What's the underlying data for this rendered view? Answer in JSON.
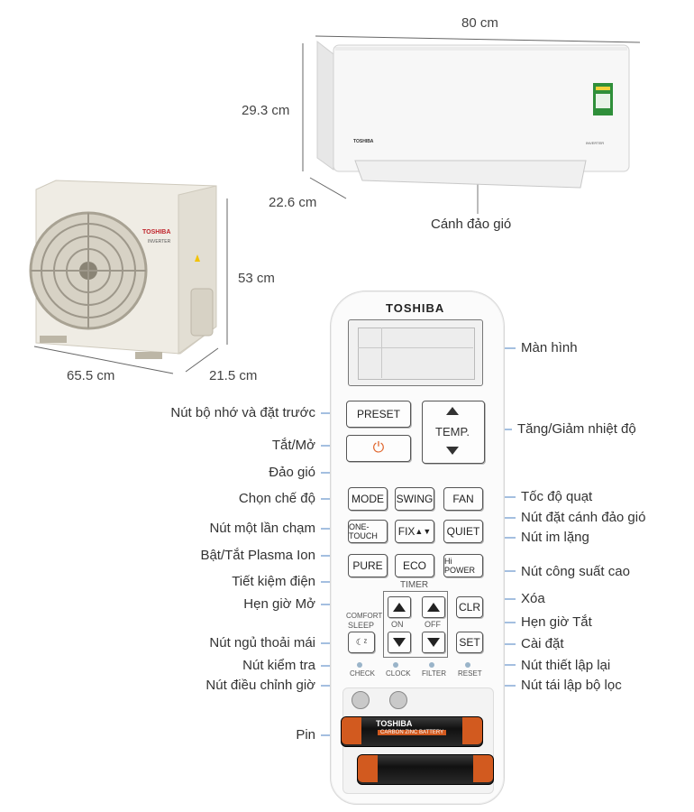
{
  "dimensions": {
    "indoor_width": "80 cm",
    "indoor_height": "29.3 cm",
    "indoor_depth": "22.6 cm",
    "outdoor_height": "53 cm",
    "outdoor_width": "65.5 cm",
    "outdoor_depth": "21.5 cm"
  },
  "indoor_unit": {
    "brand": "TOSHIBA",
    "badge": "INVERTER",
    "louver_label": "Cánh đảo gió"
  },
  "outdoor_unit": {
    "brand": "TOSHIBA",
    "badge": "INVERTER"
  },
  "remote": {
    "brand": "TOSHIBA",
    "buttons": {
      "preset": "PRESET",
      "temp": "TEMP.",
      "mode": "MODE",
      "swing": "SWING",
      "fan": "FAN",
      "one_touch": "ONE-TOUCH",
      "fix": "FIX",
      "quiet": "QUIET",
      "pure": "PURE",
      "eco": "ECO",
      "hi_power": "Hi POWER",
      "timer": "TIMER",
      "comfort": "COMFORT",
      "sleep": "SLEEP",
      "on": "ON",
      "off": "OFF",
      "clr": "CLR",
      "set": "SET",
      "check": "CHECK",
      "clock": "CLOCK",
      "filter": "FILTER",
      "reset": "RESET"
    },
    "battery_label": "CARBON ZINC BATTERY",
    "battery_brand": "TOSHIBA"
  },
  "callouts_left": {
    "preset": "Nút bộ nhớ và đặt trước",
    "power": "Tắt/Mở",
    "swing": "Đảo gió",
    "mode": "Chọn chế độ",
    "one_touch": "Nút một lần chạm",
    "pure": "Bật/Tắt Plasma Ion",
    "eco": "Tiết kiệm điện",
    "timer_on": "Hẹn giờ Mở",
    "comfort_sleep": "Nút ngủ thoải mái",
    "check": "Nút kiểm tra",
    "clock": "Nút điều chỉnh giờ",
    "battery": "Pin"
  },
  "callouts_right": {
    "display": "Màn hình",
    "temp": "Tăng/Giảm nhiệt độ",
    "fan": "Tốc độ quạt",
    "fix": "Nút đặt cánh đảo gió",
    "quiet": "Nút im lặng",
    "hi_power": "Nút công suất cao",
    "clr": "Xóa",
    "timer_off": "Hẹn giờ Tắt",
    "set": "Cài đặt",
    "reset": "Nút thiết lập lại",
    "filter": "Nút tái lập bộ lọc"
  }
}
